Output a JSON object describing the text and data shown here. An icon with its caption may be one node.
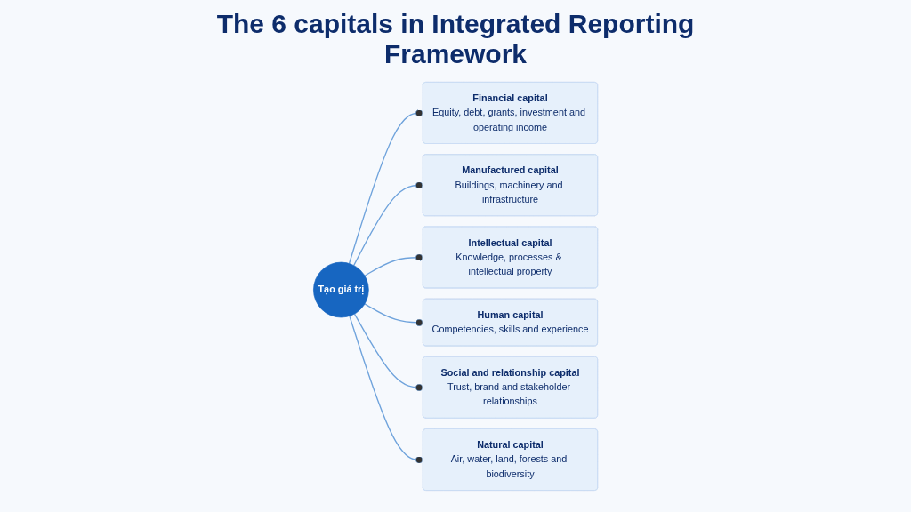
{
  "diagram": {
    "title": "The 6 capitals in Integrated Reporting Framework",
    "nodes": [
      {
        "text": [
          "Financial capital",
          "Equity, debt, grants, investment and operating income"
        ]
      },
      {
        "text": [
          "Manufactured capital",
          "Buildings, machinery and infrastructure"
        ]
      },
      {
        "text": [
          "Intellectual capital",
          "Knowledge, processes & intellectual property"
        ]
      },
      {
        "text": [
          "Tạo giá trị"
        ]
      },
      {
        "text": [
          "Human capital",
          "Competencies, skills and experience"
        ]
      },
      {
        "text": [
          "Social and relationship capital",
          "Trust, brand and stakeholder relationships"
        ]
      },
      {
        "text": [
          "Natural capital",
          "Air, water, land, forests and biodiversity"
        ]
      }
    ],
    "edges": [
      {
        "from": 3,
        "to": 0,
        "arrow": "other"
      },
      {
        "from": 3,
        "to": 1,
        "arrow": "other"
      },
      {
        "from": 3,
        "to": 2,
        "arrow": "other"
      },
      {
        "from": 3,
        "to": 4,
        "arrow": "other"
      },
      {
        "from": 3,
        "to": 5,
        "arrow": "other"
      },
      {
        "from": 3,
        "to": 6,
        "arrow": "other"
      }
    ]
  }
}
